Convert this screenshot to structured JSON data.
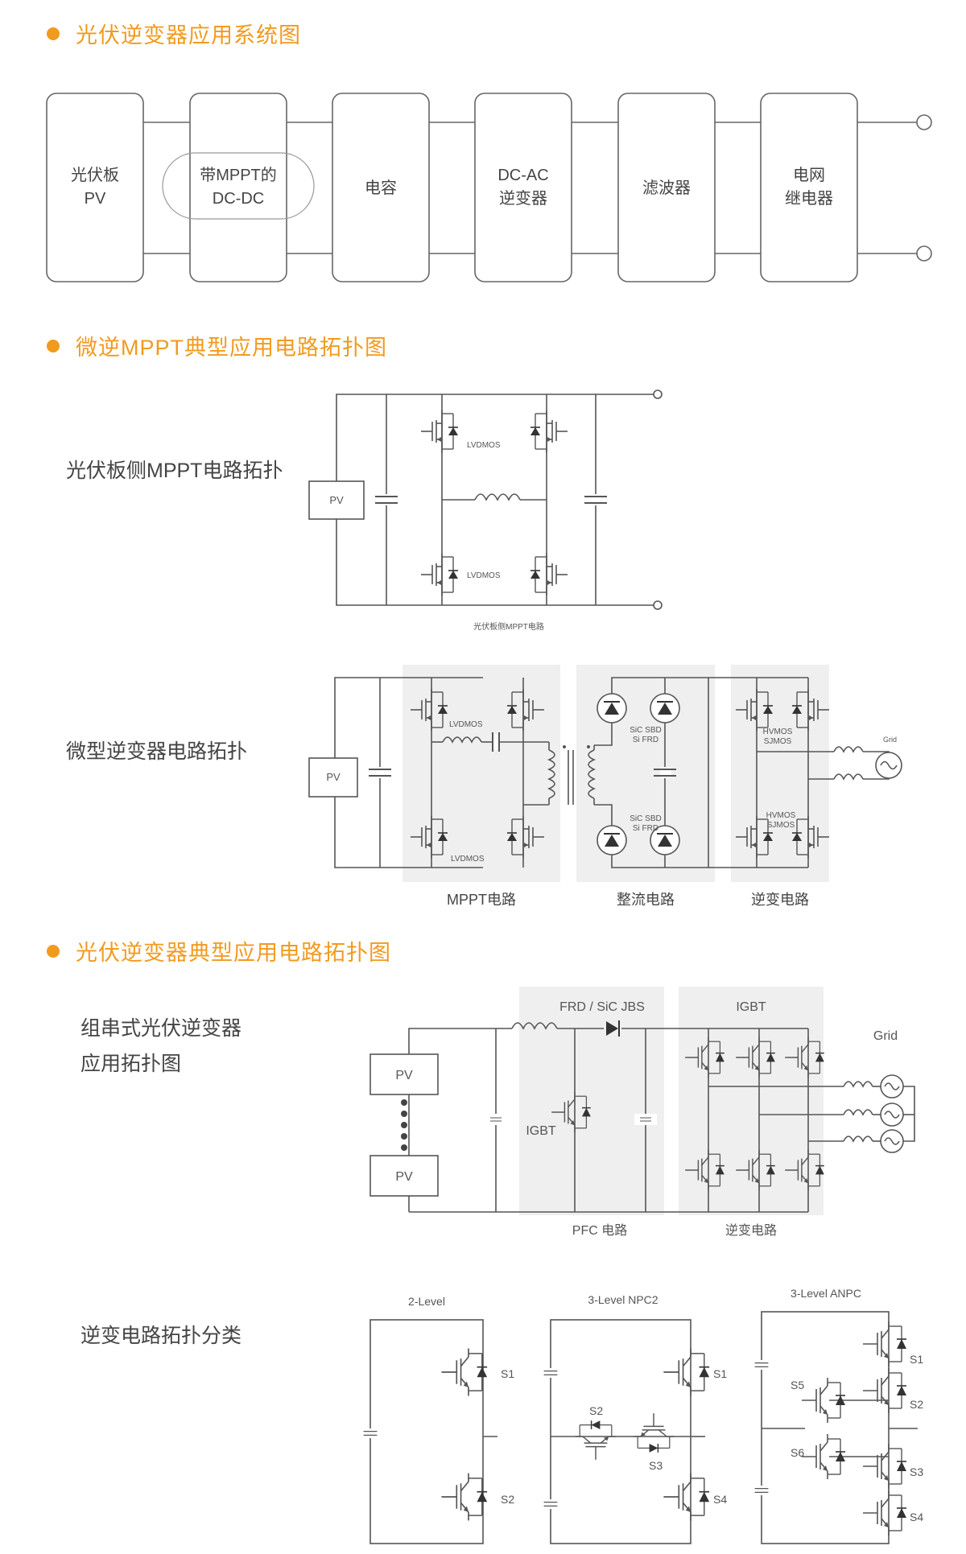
{
  "sections": {
    "s1_title": "光伏逆变器应用系统图",
    "s2_title": "微逆MPPT典型应用电路拓扑图",
    "s3_title": "光伏逆变器典型应用电路拓扑图"
  },
  "system_blocks": [
    {
      "line1": "光伏板",
      "line2": "PV"
    },
    {
      "line1": "带MPPT的",
      "line2": "DC-DC"
    },
    {
      "line1": "电容",
      "line2": ""
    },
    {
      "line1": "DC-AC",
      "line2": "逆变器"
    },
    {
      "line1": "滤波器",
      "line2": ""
    },
    {
      "line1": "电网",
      "line2": "继电器"
    }
  ],
  "mppt": {
    "side_label": "光伏板侧MPPT电路拓扑",
    "pv": "PV",
    "mos_top": "LVDMOS",
    "mos_bottom": "LVDMOS",
    "caption": "光伏板侧MPPT电路"
  },
  "micro": {
    "side_label": "微型逆变器电路拓扑",
    "pv": "PV",
    "mos_top": "LVDMOS",
    "mos_bottom": "LVDMOS",
    "diode_top_1": "SiC SBD",
    "diode_top_2": "Si FRD",
    "diode_bot_1": "SiC SBD",
    "diode_bot_2": "Si FRD",
    "hv_top_1": "HVMOS",
    "hv_top_2": "SJMOS",
    "hv_bot_1": "HVMOS",
    "hv_bot_2": "SJMOS",
    "grid": "Grid",
    "box1": "MPPT电路",
    "box2": "整流电路",
    "box3": "逆变电路"
  },
  "string": {
    "side_label_1": "组串式光伏逆变器",
    "side_label_2": "应用拓扑图",
    "pv_top": "PV",
    "pv_bottom": "PV",
    "frd": "FRD / SiC JBS",
    "igbt_top": "IGBT",
    "igbt_left": "IGBT",
    "grid": "Grid",
    "box1": "PFC  电路",
    "box2": "逆变电路"
  },
  "levels": {
    "side_label": "逆变电路拓扑分类",
    "l2": {
      "title": "2-Level",
      "s1": "S1",
      "s2": "S2"
    },
    "npc": {
      "title": "3-Level NPC2",
      "s1": "S1",
      "s2": "S2",
      "s3": "S3",
      "s4": "S4"
    },
    "anpc": {
      "title": "3-Level ANPC",
      "s1": "S1",
      "s2": "S2",
      "s3": "S3",
      "s4": "S4",
      "s5": "S5",
      "s6": "S6"
    }
  },
  "colors": {
    "accent": "#f29a1e",
    "line": "#555555",
    "panel": "#efefef"
  }
}
